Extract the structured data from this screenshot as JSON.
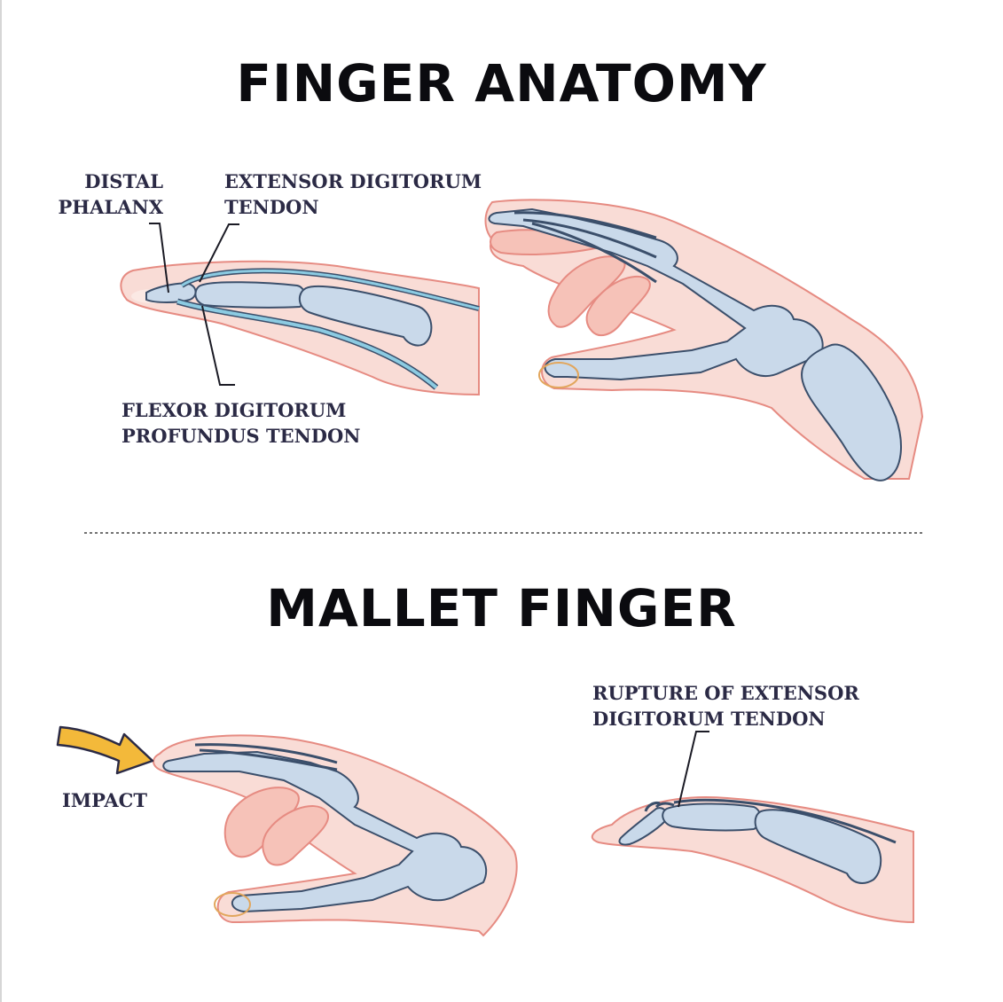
{
  "section_top": {
    "title": "FINGER ANATOMY",
    "labels": {
      "distal_phalanx": [
        "DISTAL",
        "PHALANX"
      ],
      "extensor_tendon": [
        "EXTENSOR DIGITORUM",
        "TENDON"
      ],
      "flexor_tendon": [
        "FLEXOR DIGITORUM",
        "PROFUNDUS TENDON"
      ]
    }
  },
  "section_bottom": {
    "title": "MALLET FINGER",
    "labels": {
      "impact": "IMPACT",
      "rupture": [
        "RUPTURE OF EXTENSOR",
        "DIGITORUM TENDON"
      ]
    }
  },
  "colors": {
    "skin_fill": "#f9dcd6",
    "skin_outline": "#e68b82",
    "bone_fill": "#c9d9ea",
    "bone_outline": "#3b4f6b",
    "tendon": "#7fbfd9",
    "arrow": "#f3b93a",
    "nail_outline": "#e2a65c",
    "label_text": "#2b2a45"
  }
}
